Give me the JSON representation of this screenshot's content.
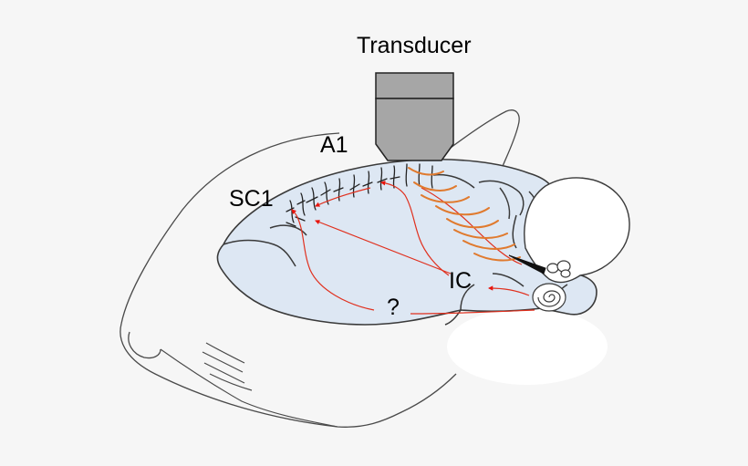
{
  "labels": {
    "transducer": "Transducer",
    "a1": "A1",
    "sc1": "SC1",
    "ic": "IC",
    "unknown": "?"
  },
  "colors": {
    "background": "#f6f6f6",
    "brain_fill": "#dde7f3",
    "outline": "#3a3a3a",
    "pathway": "#e0301e",
    "arrowhead": "#e8140c",
    "ultrasound_wave": "#e07a2e",
    "transducer_body": "#a6a6a6",
    "ear_fill": "#ffffff",
    "jaw_fill": "#ffffff"
  }
}
